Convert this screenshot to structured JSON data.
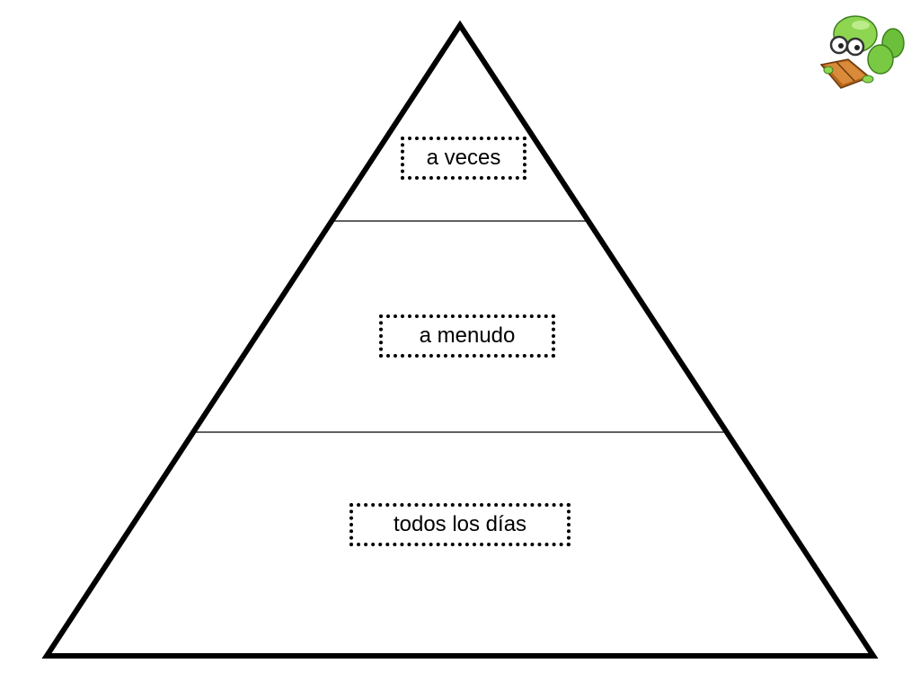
{
  "diagram": {
    "type": "pyramid",
    "tiers": [
      {
        "label": "a veces"
      },
      {
        "label": "a menudo"
      },
      {
        "label": "todos los días"
      }
    ]
  },
  "decoration": {
    "icon": "bookworm-reading-icon",
    "worm_color": "#7ac943",
    "book_color": "#b5651d"
  },
  "colors": {
    "outline": "#000000",
    "background": "#ffffff"
  }
}
